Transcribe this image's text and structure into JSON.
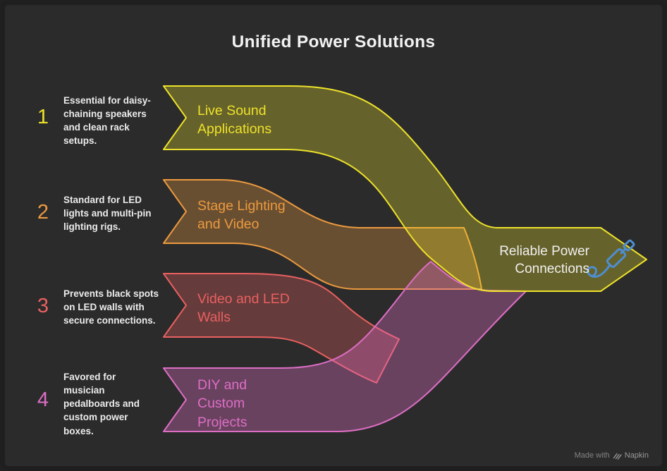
{
  "title": "Unified Power Solutions",
  "items": [
    {
      "number": "1",
      "color": "#ede22b",
      "description": "Essential for daisy-chaining speakers and clean rack setups.",
      "band_label": "Live Sound\nApplications"
    },
    {
      "number": "2",
      "color": "#ec9a3f",
      "description": "Standard for LED lights and multi-pin lighting rigs.",
      "band_label": "Stage Lighting\nand Video"
    },
    {
      "number": "3",
      "color": "#ea6060",
      "description": "Prevents black spots on LED walls with secure connections.",
      "band_label": "Video and LED\nWalls"
    },
    {
      "number": "4",
      "color": "#dd6ec4",
      "description": "Favored for musician pedalboards and custom power boxes.",
      "band_label": "DIY and\nCustom\nProjects"
    }
  ],
  "result": {
    "label": "Reliable Power\nConnections",
    "icon": "power-plug-icon",
    "icon_color": "#4e8ed0"
  },
  "watermark": {
    "prefix": "Made with",
    "brand": "Napkin",
    "icon": "napkin-logo-icon"
  },
  "colors": {
    "background": "#2b2b2b",
    "title_text": "#f2f2f2",
    "description_text": "#ececec",
    "result_text": "#f0f0f0",
    "watermark_text": "#848484"
  }
}
